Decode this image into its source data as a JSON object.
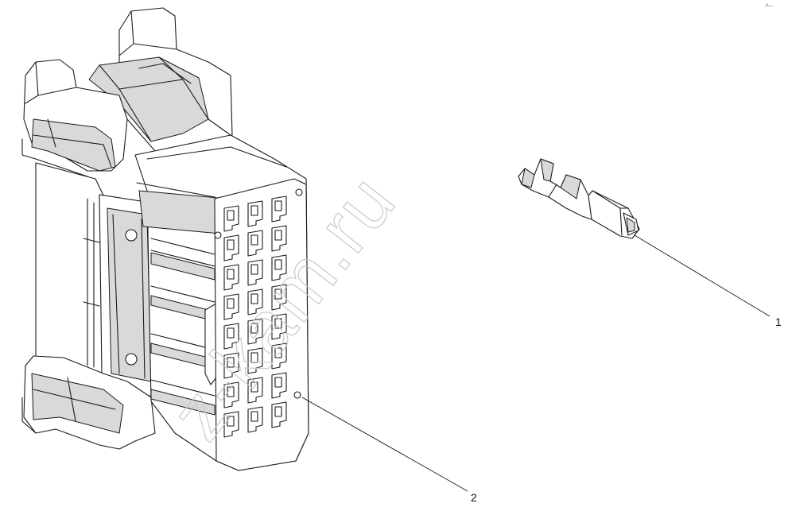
{
  "figure": {
    "callouts": [
      {
        "id": "1",
        "part": "terminal"
      },
      {
        "id": "2",
        "part": "connector-housing"
      }
    ],
    "watermark": "z-kam.ru",
    "corner_mark": "˄–"
  },
  "colors": {
    "line": "#1a1a1a",
    "background": "#ffffff",
    "watermark": "#c9c9c9",
    "shade": "#d9d9d9"
  }
}
